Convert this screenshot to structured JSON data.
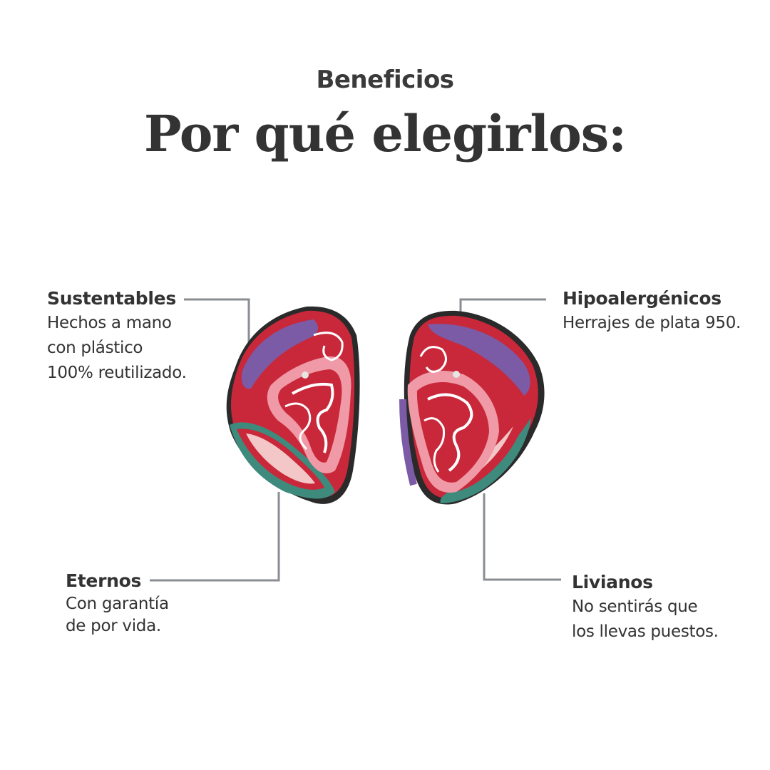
{
  "header": {
    "eyebrow": "Beneficios",
    "title": "Por qué elegirlos:"
  },
  "features": [
    {
      "title": "Sustentables",
      "body": "Hechos a mano\ncon plástico\n100% reutilizado."
    },
    {
      "title": "Hipoalergénicos",
      "body": "Herrajes de plata 950."
    },
    {
      "title": "Eternos",
      "body": "Con garantía\nde por vida."
    },
    {
      "title": "Livianos",
      "body": "No sentirás que\nlos llevas puestos."
    }
  ],
  "colors": {
    "background": "#ffffff",
    "text": "#333333",
    "connector_line": "#8a8d91",
    "earring_red": "#c8283a",
    "earring_purple": "#7b5aa6",
    "earring_pink": "#ef9aa6",
    "earring_teal": "#3e8a7d",
    "earring_dark": "#2a2a2a"
  }
}
